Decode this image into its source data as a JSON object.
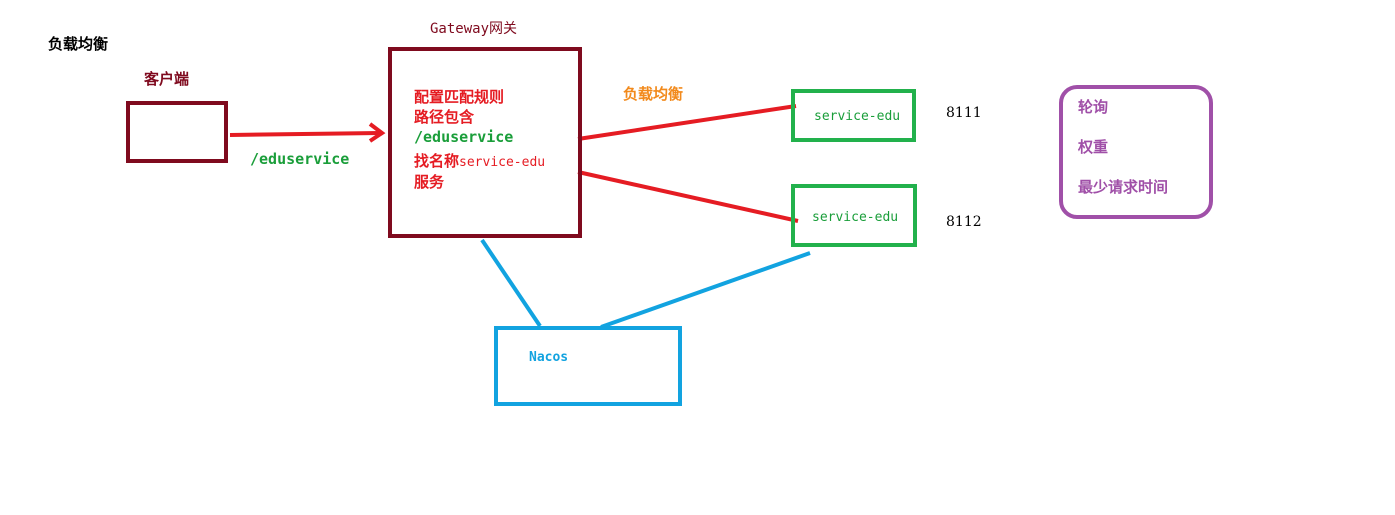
{
  "title": "负载均衡",
  "client": {
    "label": "客户端"
  },
  "request_path": "/eduservice",
  "gateway": {
    "label": "Gateway网关",
    "rule_line1": "配置匹配规则",
    "rule_line2": "路径包含",
    "rule_path": "/eduservice",
    "find_prefix": "找名称",
    "find_service": "service-edu",
    "service_word": "服务"
  },
  "lb_label": "负载均衡",
  "service1": {
    "name": "service-edu",
    "port": "8111"
  },
  "service2": {
    "name": "service-edu",
    "port": "8112"
  },
  "nacos": {
    "label": "Nacos"
  },
  "strategies": [
    "轮询",
    "权重",
    "最少请求时间"
  ],
  "colors": {
    "client": "#7f0a1e",
    "red_arrow": "#e51c23",
    "gateway_text": "#e51c23",
    "green": "#1a9e3a",
    "service_box": "#22b14c",
    "orange": "#f28a1c",
    "blue": "#12a3e0",
    "purple": "#a050a8"
  }
}
